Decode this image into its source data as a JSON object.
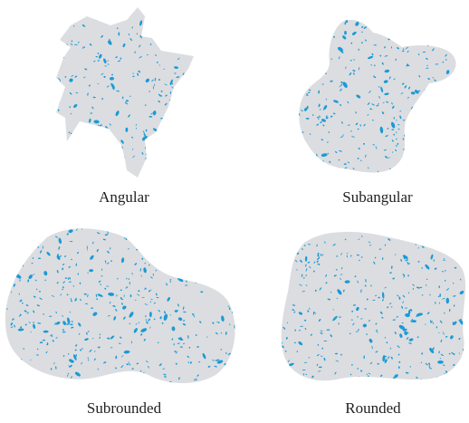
{
  "figure": {
    "fill_color": "#dcdde0",
    "speckle_color": "#1a9ad6",
    "particles": [
      {
        "name": "angular",
        "label": "Angular"
      },
      {
        "name": "subangular",
        "label": "Subangular"
      },
      {
        "name": "subrounded",
        "label": "Subrounded"
      },
      {
        "name": "rounded",
        "label": "Rounded"
      }
    ]
  }
}
